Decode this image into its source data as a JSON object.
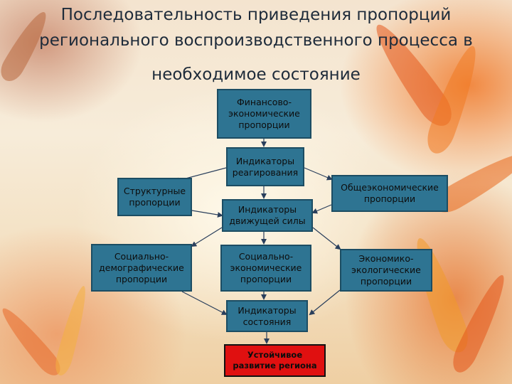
{
  "title": {
    "line1": "Последовательность приведения пропорций",
    "line2": "регионального воспроизводственного процесса в",
    "line3": "необходимое состояние"
  },
  "nodes": {
    "fin_econ": "Финансово-экономические пропорции",
    "ind_react": "Индикаторы реагирования",
    "structural": "Структурные пропорции",
    "general_econ": "Общеэкономические пропорции",
    "ind_drive": "Индикаторы движущей силы",
    "soc_demo": "Социально-демографические пропорции",
    "soc_econ": "Социально-экономические пропорции",
    "eco_econ": "Экономико-экологические пропорции",
    "ind_state": "Индикаторы состояния",
    "sustainable": "Устойчивое развитие региона"
  },
  "colors": {
    "node_fill": "#2e7492",
    "node_border": "#1c4d63",
    "final_fill": "#e01010",
    "arrow": "#2a3f5c",
    "title_text": "#1e2b3a"
  }
}
